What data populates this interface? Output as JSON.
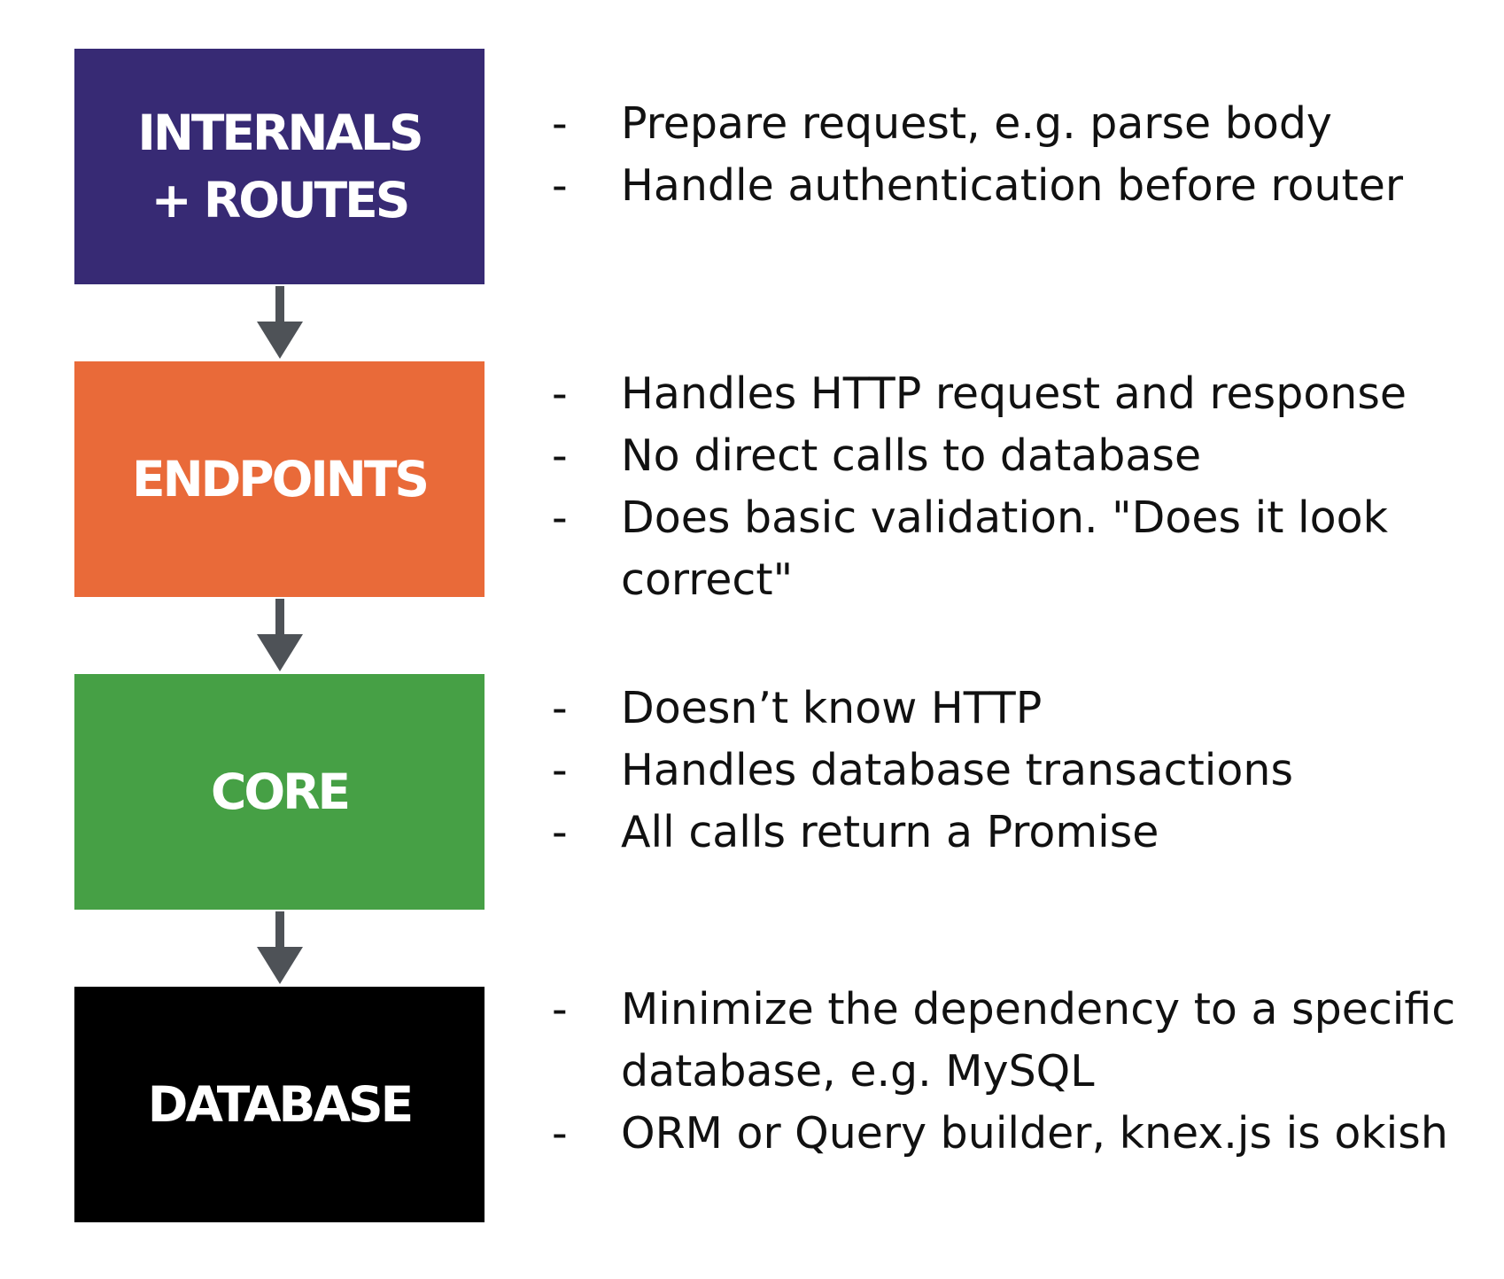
{
  "layers": [
    {
      "label": "INTERNALS\n+ ROUTES",
      "color": "#372a74",
      "notes": [
        "Prepare request, e.g. parse body",
        "Handle authentication before router"
      ]
    },
    {
      "label": "ENDPOINTS",
      "color": "#e96a39",
      "notes": [
        "Handles HTTP request and response",
        "No direct calls to database",
        "Does basic validation. \"Does it look correct\""
      ]
    },
    {
      "label": "CORE",
      "color": "#46a045",
      "notes": [
        "Doesn’t know HTTP",
        "Handles database transactions",
        "All calls return a Promise"
      ]
    },
    {
      "label": "DATABASE",
      "color": "#000000",
      "notes": [
        "Minimize the dependency to a specific database, e.g. MySQL",
        "ORM or Query builder, knex.js is okish"
      ]
    }
  ],
  "bullet_marker": "-",
  "arrow_color": "#4e5257",
  "arrow_icon": "arrow-down-icon"
}
